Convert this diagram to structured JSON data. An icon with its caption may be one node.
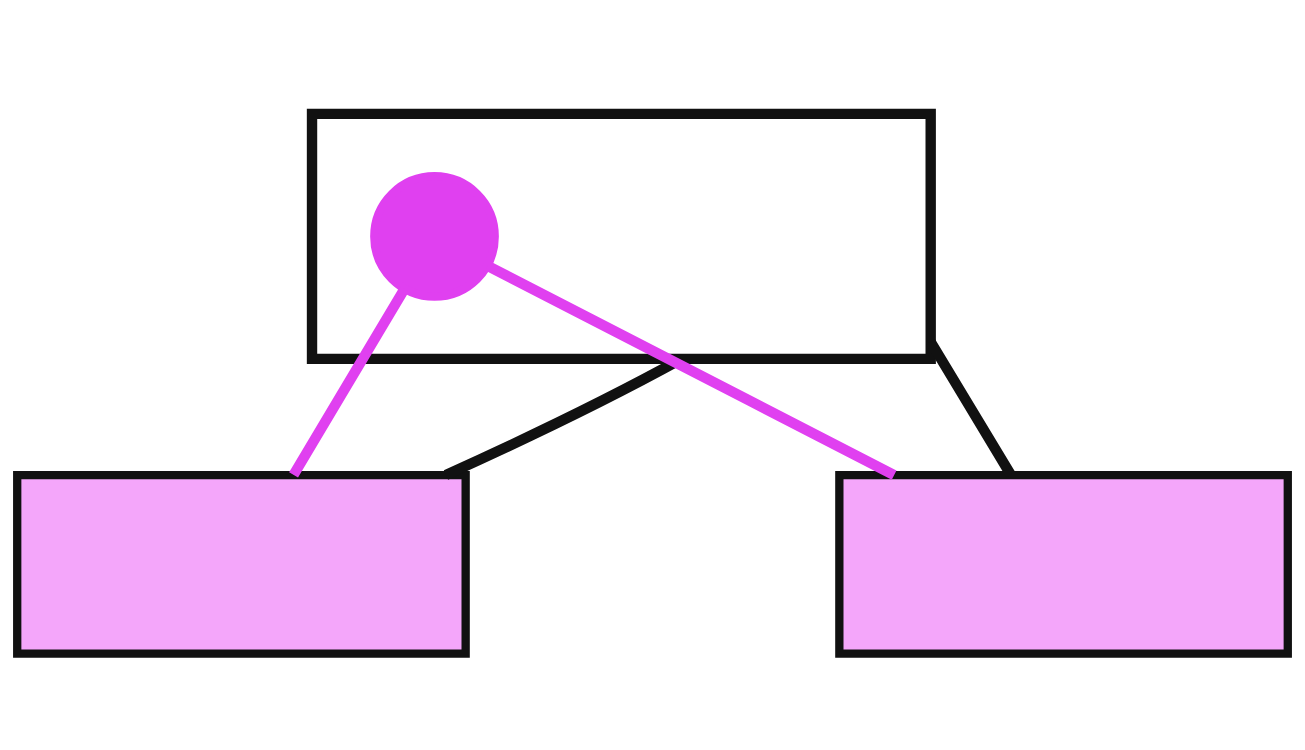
{
  "diagram": {
    "nodes": [
      {
        "text": [],
        "shape": "box"
      },
      {
        "text": [],
        "shape": "circle",
        "in": 0
      },
      {
        "text": [],
        "shape": "box"
      },
      {
        "text": [],
        "shape": "box"
      }
    ],
    "edges": [
      {
        "from": 0,
        "to": 2,
        "arrow": "none"
      },
      {
        "from": 0,
        "to": 3,
        "arrow": "none"
      },
      {
        "from": 1,
        "to": 2,
        "arrow": "none",
        "color": "#e040f0"
      },
      {
        "from": 1,
        "to": 3,
        "arrow": "none",
        "color": "#e040f0"
      }
    ]
  }
}
